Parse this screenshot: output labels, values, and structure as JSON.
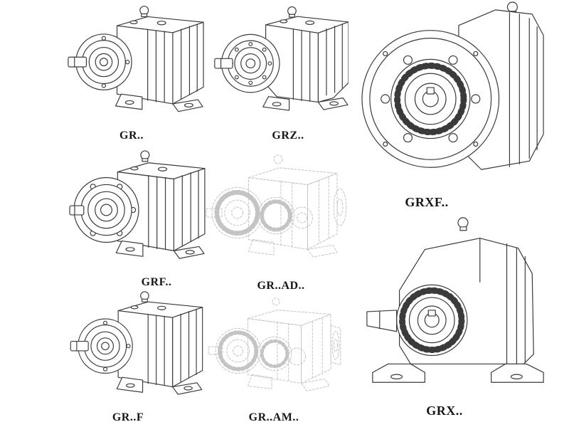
{
  "page": {
    "background": "#ffffff",
    "line_color": "#3a3a3a",
    "ghost_line_color": "#c4c4c4",
    "label_color": "#161616"
  },
  "figures": [
    {
      "id": "gr",
      "label": "GR..",
      "style": "solid",
      "view": "foot-mounted gearbox, isometric"
    },
    {
      "id": "grz",
      "label": "GRZ..",
      "style": "solid",
      "view": "foot-mounted gearbox, isometric"
    },
    {
      "id": "grxf",
      "label": "GRXF..",
      "style": "solid",
      "view": "flange-mounted gearbox, front flange"
    },
    {
      "id": "grf",
      "label": "GRF..",
      "style": "solid",
      "view": "flange gearbox, isometric"
    },
    {
      "id": "gr-ad",
      "label": "GR..AD..",
      "style": "ghost",
      "view": "gearbox with input adapter, hidden-line"
    },
    {
      "id": "grx",
      "label": "GRX..",
      "style": "solid",
      "view": "foot-mounted gearbox, front view"
    },
    {
      "id": "gr-f",
      "label": "GR..F",
      "style": "solid",
      "view": "foot-mounted gearbox, isometric"
    },
    {
      "id": "gr-am",
      "label": "GR..AM..",
      "style": "ghost",
      "view": "gearbox with motor adapter, hidden-line"
    }
  ]
}
